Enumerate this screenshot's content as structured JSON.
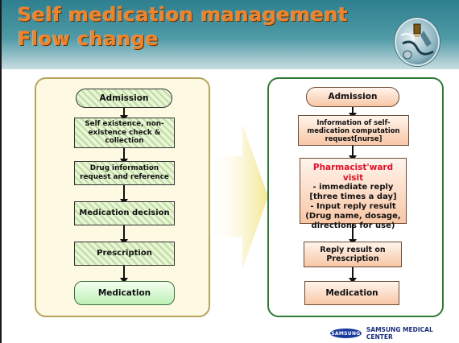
{
  "slide": {
    "title_line1": "Self medication management",
    "title_line2": "Flow change"
  },
  "left_flow": {
    "steps": [
      "Admission",
      "Self existence, non-existence check & collection",
      "Drug information request and reference",
      "Medication decision",
      "Prescription",
      "Medication"
    ]
  },
  "right_flow": {
    "admission": "Admission",
    "information": "Information of self-medication computation request[nurse]",
    "visit_title": "Pharmacist'ward visit",
    "visit_line1": "- immediate reply",
    "visit_line2": "[three times a day]",
    "visit_line3": "- Input reply result",
    "visit_line4": "(Drug name, dosage, directions for use)",
    "reply": "Reply result on Prescription",
    "medication": "Medication"
  },
  "footer": {
    "badge": "SAMSUNG",
    "text": "SAMSUNG MEDICAL CENTER"
  },
  "colors": {
    "title": "#f0832a",
    "header": "#2e7f8f",
    "left_panel_border": "#b7a45a",
    "right_panel_border": "#2f7a35",
    "visit_title": "#e0102a"
  }
}
